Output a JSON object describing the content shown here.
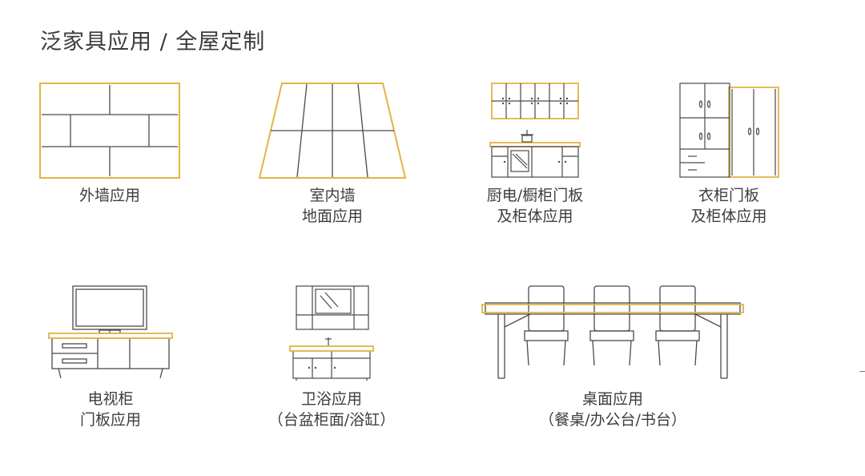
{
  "title": "泛家具应用 / 全屋定制",
  "colors": {
    "accent": "#e2b444",
    "line": "#4a4a4a",
    "text": "#3d3d3d"
  },
  "items": [
    {
      "icon": "exterior-wall-icon",
      "lines": [
        "外墙应用"
      ]
    },
    {
      "icon": "floor-tiles-icon",
      "lines": [
        "室内墙",
        "地面应用"
      ]
    },
    {
      "icon": "kitchen-cabinet-icon",
      "lines": [
        "厨电/橱柜门板",
        "及柜体应用"
      ]
    },
    {
      "icon": "wardrobe-icon",
      "lines": [
        "衣柜门板",
        "及柜体应用"
      ]
    },
    {
      "icon": "tv-cabinet-icon",
      "lines": [
        "电视柜",
        "门板应用"
      ]
    },
    {
      "icon": "bathroom-cabinet-icon",
      "lines": [
        "卫浴应用",
        "（台盆柜面/浴缸）"
      ]
    },
    {
      "icon": "dining-table-icon",
      "lines": [
        "桌面应用",
        "（餐桌/办公台/书台）"
      ]
    }
  ]
}
